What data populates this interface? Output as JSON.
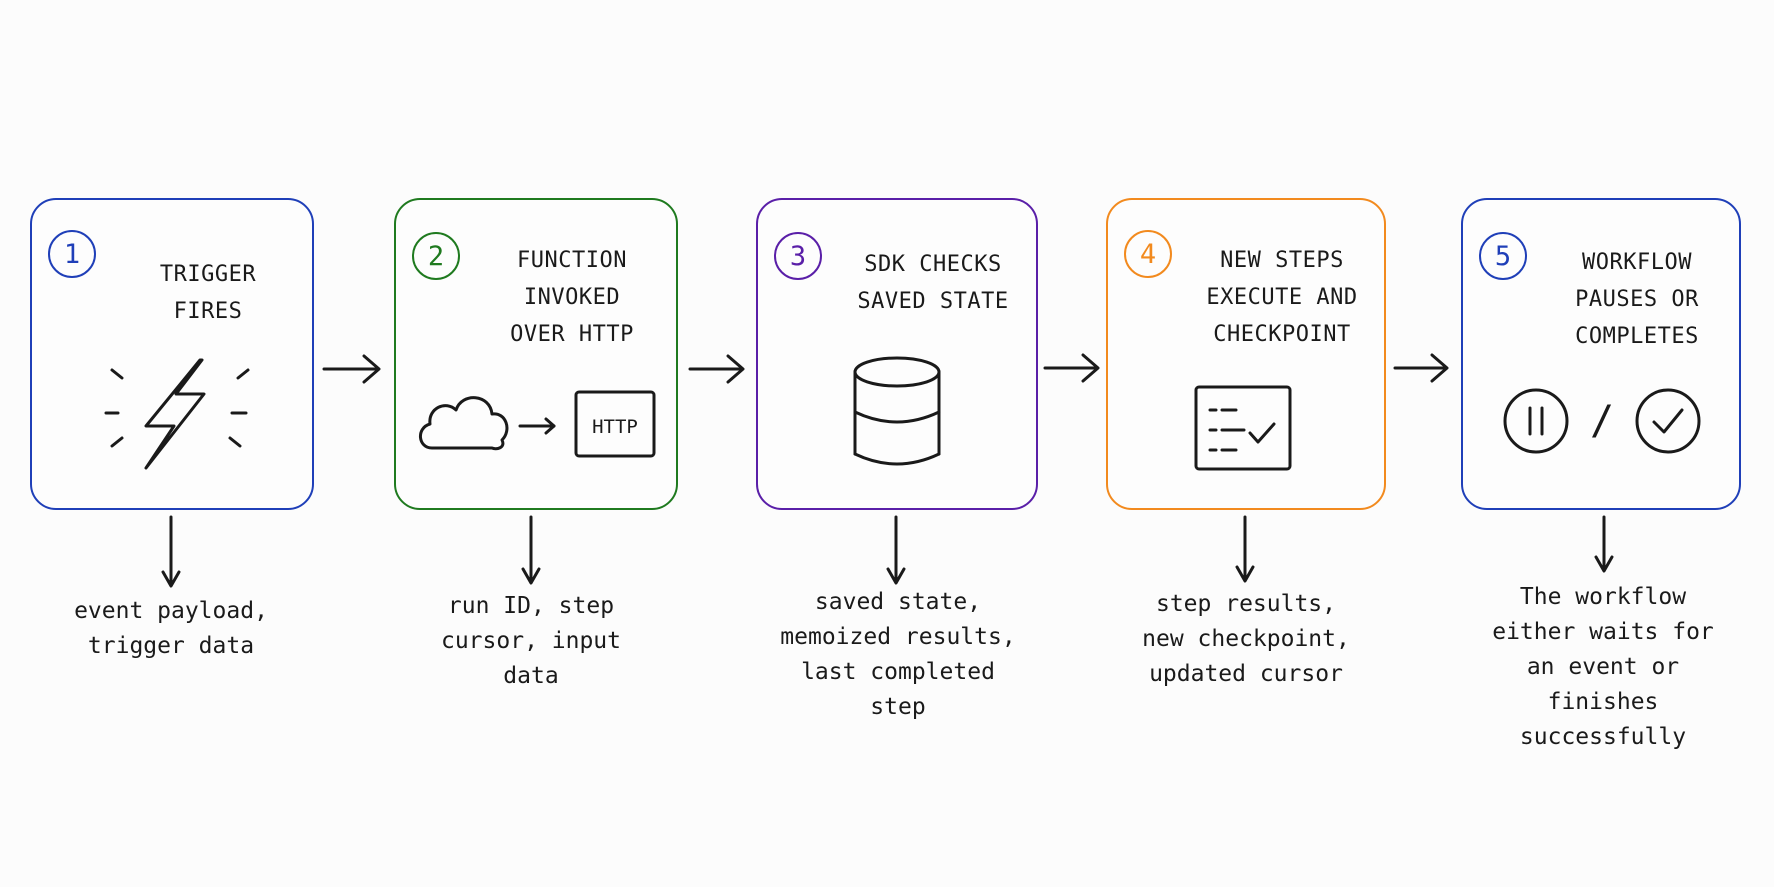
{
  "colors": {
    "blue": "#1f3fb8",
    "green": "#1f7a1f",
    "purple": "#5a1fa8",
    "orange": "#f28a1e",
    "ink": "#1a1a1a"
  },
  "steps": [
    {
      "number": "1",
      "color": "#1f3fb8",
      "title_lines": [
        "TRIGGER",
        "FIRES"
      ],
      "icon": "lightning-bolt-icon",
      "caption_lines": [
        "event payload,",
        "trigger data"
      ]
    },
    {
      "number": "2",
      "color": "#1f7a1f",
      "title_lines": [
        "FUNCTION",
        "INVOKED",
        "OVER HTTP"
      ],
      "icon": "cloud-to-http-icon",
      "icon_label": "HTTP",
      "caption_lines": [
        "run ID, step",
        "cursor, input",
        "data"
      ]
    },
    {
      "number": "3",
      "color": "#5a1fa8",
      "title_lines": [
        "SDK CHECKS",
        "SAVED STATE"
      ],
      "icon": "database-icon",
      "caption_lines": [
        "saved state,",
        "memoized results,",
        "last completed",
        "step"
      ]
    },
    {
      "number": "4",
      "color": "#f28a1e",
      "title_lines": [
        "NEW STEPS",
        "EXECUTE AND",
        "CHECKPOINT"
      ],
      "icon": "checklist-icon",
      "caption_lines": [
        "step results,",
        "new checkpoint,",
        "updated cursor"
      ]
    },
    {
      "number": "5",
      "color": "#1f3fb8",
      "title_lines": [
        "WORKFLOW",
        "PAUSES OR",
        "COMPLETES"
      ],
      "icon": "pause-or-check-icon",
      "icon_label": "/",
      "caption_lines": [
        "The workflow",
        "either waits for",
        "an event or",
        "finishes",
        "successfully"
      ]
    }
  ]
}
